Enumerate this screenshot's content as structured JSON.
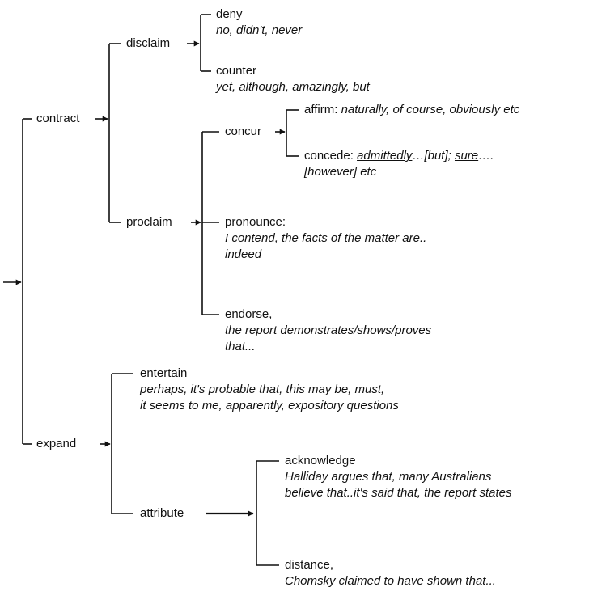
{
  "nodes": {
    "contract": "contract",
    "expand": "expand",
    "disclaim": "disclaim",
    "proclaim": "proclaim",
    "deny": "deny",
    "counter": "counter",
    "concur": "concur",
    "affirm": "affirm:",
    "concede": "concede:",
    "pronounce": "pronounce:",
    "endorse": "endorse,",
    "entertain": "entertain",
    "attribute": "attribute",
    "acknowledge": "acknowledge",
    "distance": "distance,"
  },
  "examples": {
    "deny": "no, didn't, never",
    "counter": "yet, although, amazingly, but",
    "affirm": "naturally, of course, obviously etc",
    "concede_part1": "admittedly",
    "concede_part2": "…[but]; ",
    "concede_part3": "sure",
    "concede_part4": "….",
    "concede_line2": "[however] etc",
    "pronounce_line1": "I contend, the facts of the matter are..",
    "pronounce_line2": "indeed",
    "endorse_line1": "the report demonstrates/shows/proves",
    "endorse_line2": "that...",
    "entertain_line1": "perhaps, it's probable that, this may be, must,",
    "entertain_line2": "it seems to me, apparently, expository questions",
    "acknowledge_line1": "Halliday argues that, many Australians",
    "acknowledge_line2": "believe that..it's said that, the report states",
    "distance_line1": "Chomsky claimed to have shown that..."
  }
}
